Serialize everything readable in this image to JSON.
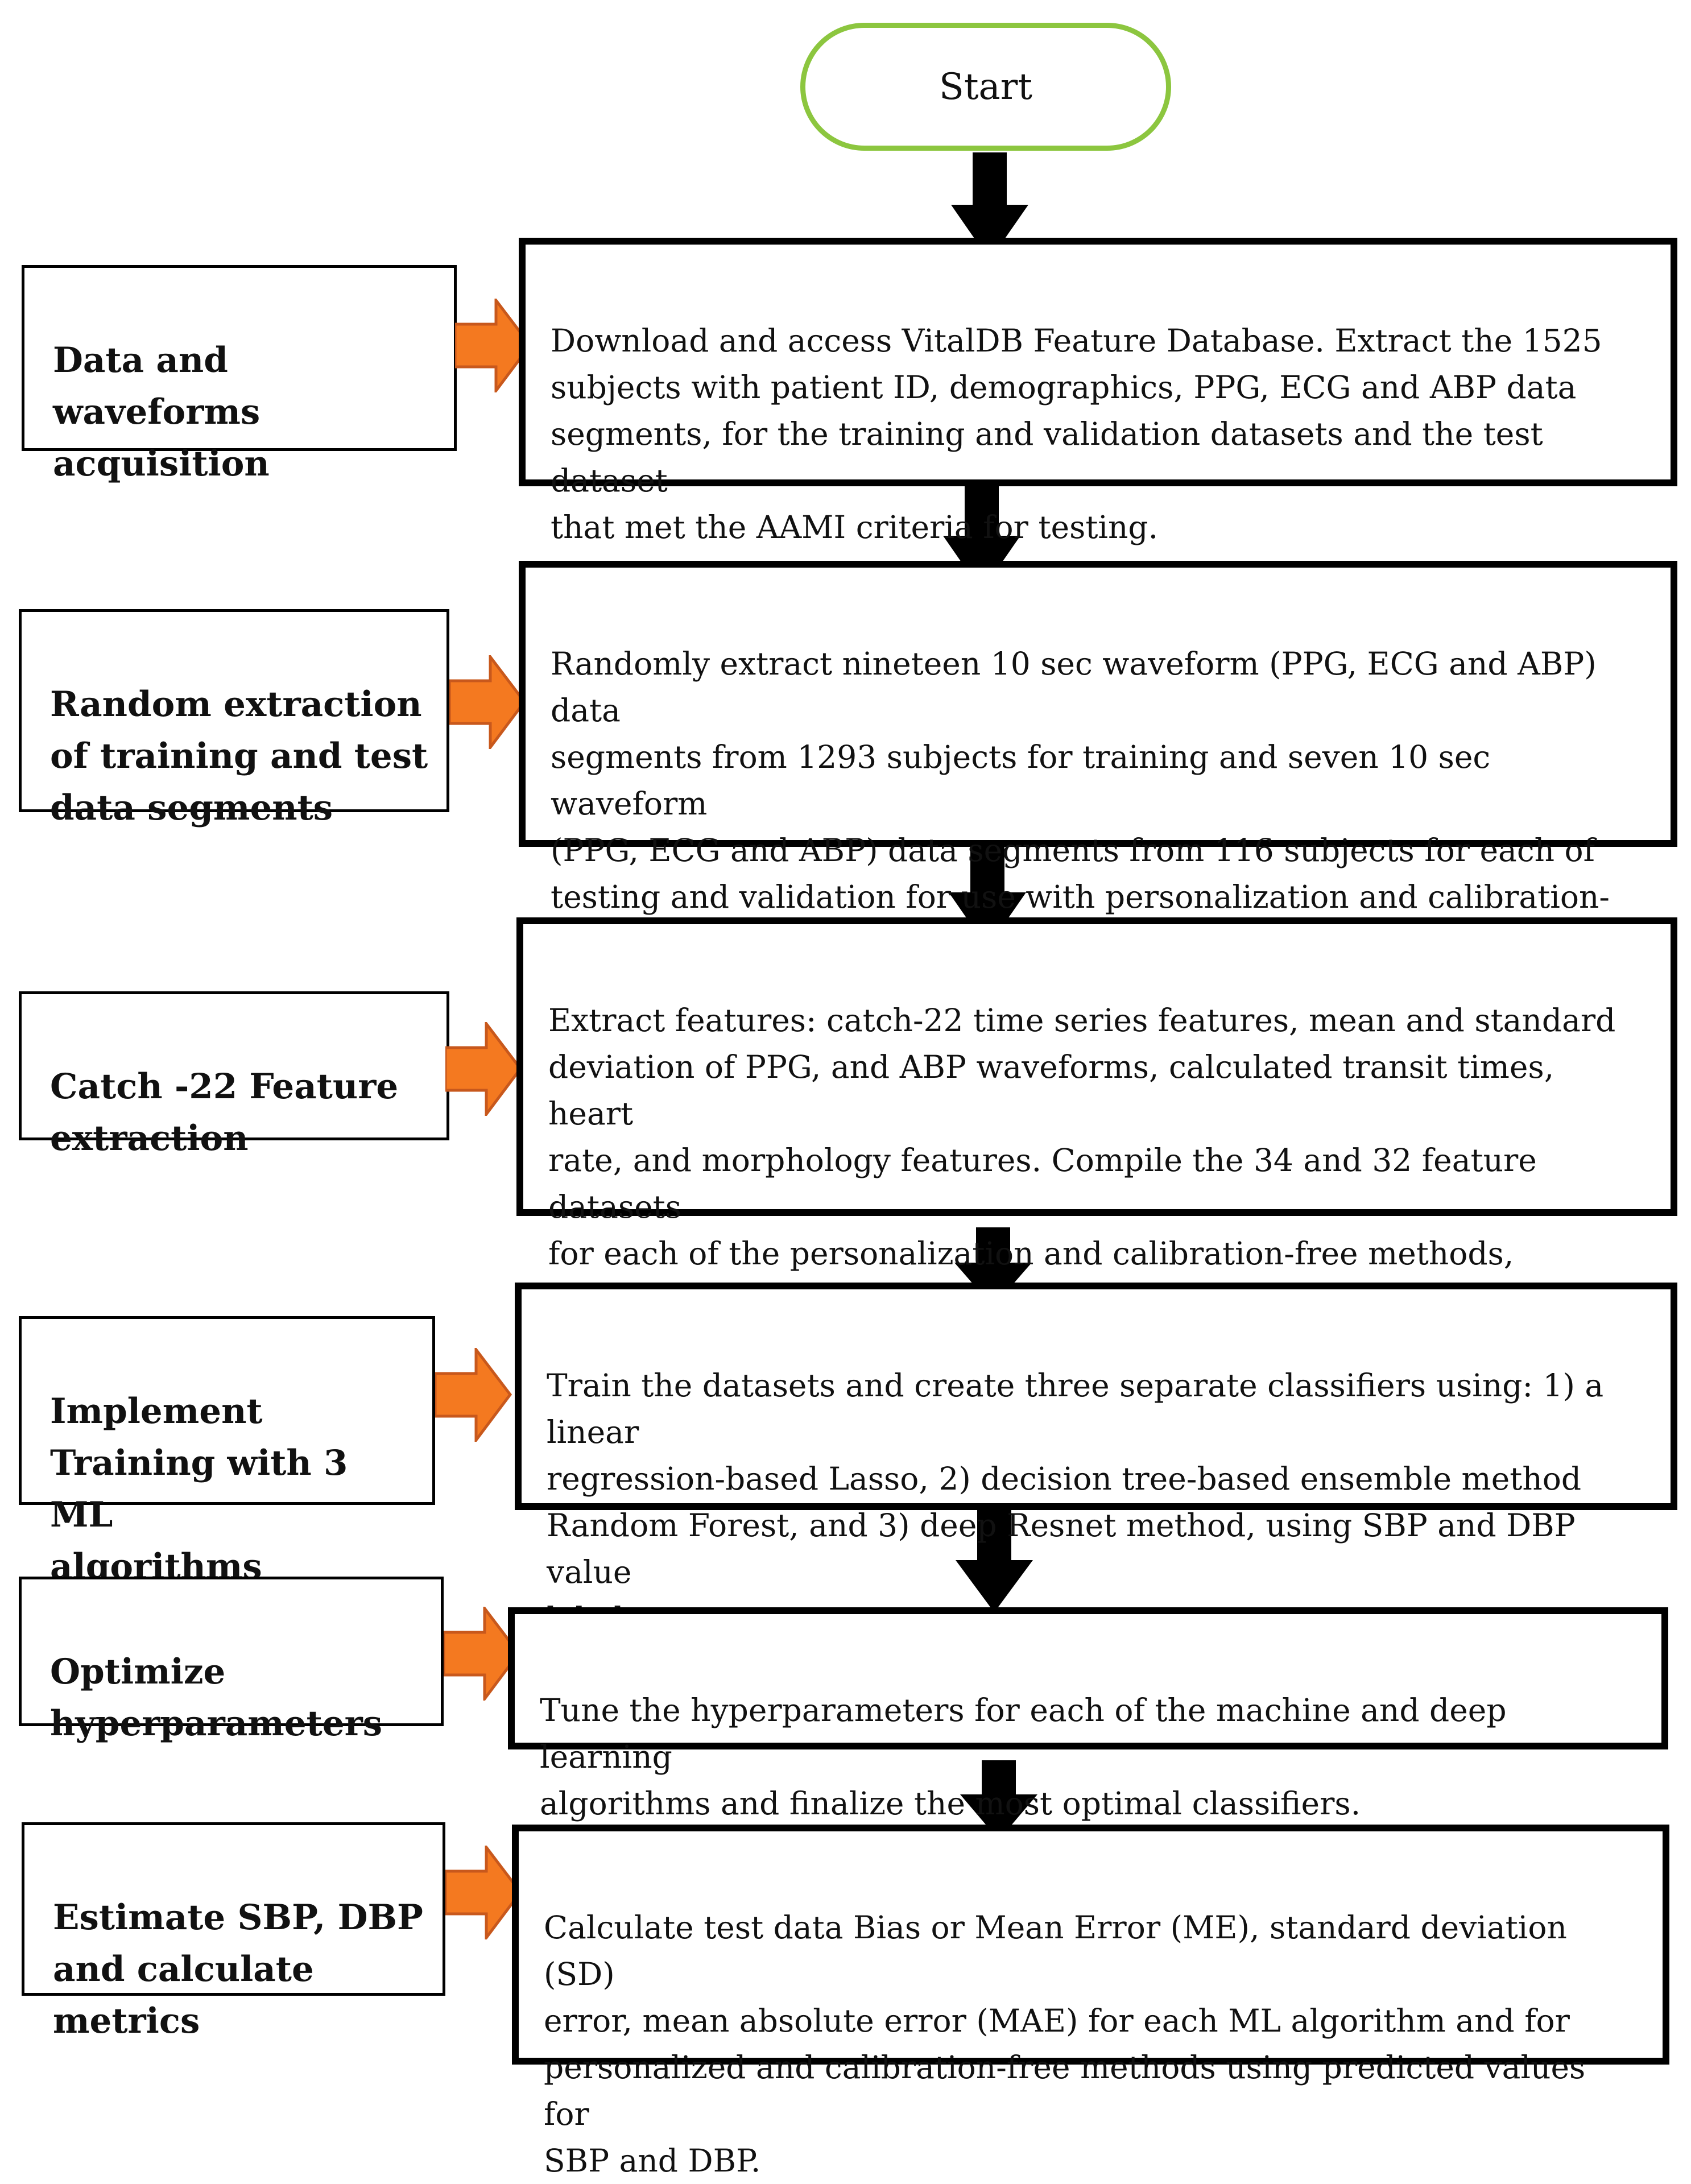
{
  "start": {
    "label": "Start"
  },
  "steps": [
    {
      "label": "Data and waveforms\nacquisition",
      "description": "Download and access VitalDB Feature Database. Extract the 1525\nsubjects with patient ID, demographics, PPG, ECG and ABP data\nsegments, for the training and validation datasets and the test dataset\nthat met the AAMI criteria for testing."
    },
    {
      "label": "Random extraction\nof training and test\ndata segments",
      "description": "Randomly extract nineteen 10 sec waveform (PPG, ECG and ABP) data\nsegments from 1293 subjects for training and seven 10 sec waveform\n(PPG, ECG and ABP) data segments from 116 subjects for each of\ntesting and validation for use with personalization and calibration-free\nmethods."
    },
    {
      "label": "Catch -22 Feature\nextraction",
      "description": "Extract features: catch-22 time series features, mean and standard\ndeviation of PPG, and ABP waveforms, calculated transit times, heart\nrate, and morphology features. Compile the 34 and 32 feature datasets\nfor each of the personalization and calibration-free methods,\nrespectively, as an input layer using the personalization algorithm."
    },
    {
      "label": "Implement\nTraining with 3 ML\nalgorithms",
      "description": "Train the datasets and create three separate classifiers using: 1) a linear\nregression-based Lasso, 2) decision tree-based ensemble method\nRandom Forest, and 3) deep Resnet method, using SBP and DBP value\nlabels."
    },
    {
      "label": "Optimize\nhyperparameters",
      "description": "Tune the hyperparameters for each of the machine and deep learning\nalgorithms and finalize the most optimal classifiers."
    },
    {
      "label": "Estimate SBP, DBP\nand calculate metrics",
      "description": "Calculate test data Bias or Mean Error (ME), standard deviation (SD)\nerror, mean absolute error (MAE) for each ML algorithm and for\npersonalized and calibration-free methods using predicted values for\nSBP and DBP."
    }
  ],
  "colors": {
    "start_border": "#8cc63f",
    "side_arrow_fill": "#f47920",
    "side_arrow_stroke": "#c8581c",
    "flow_arrow": "#000000"
  }
}
